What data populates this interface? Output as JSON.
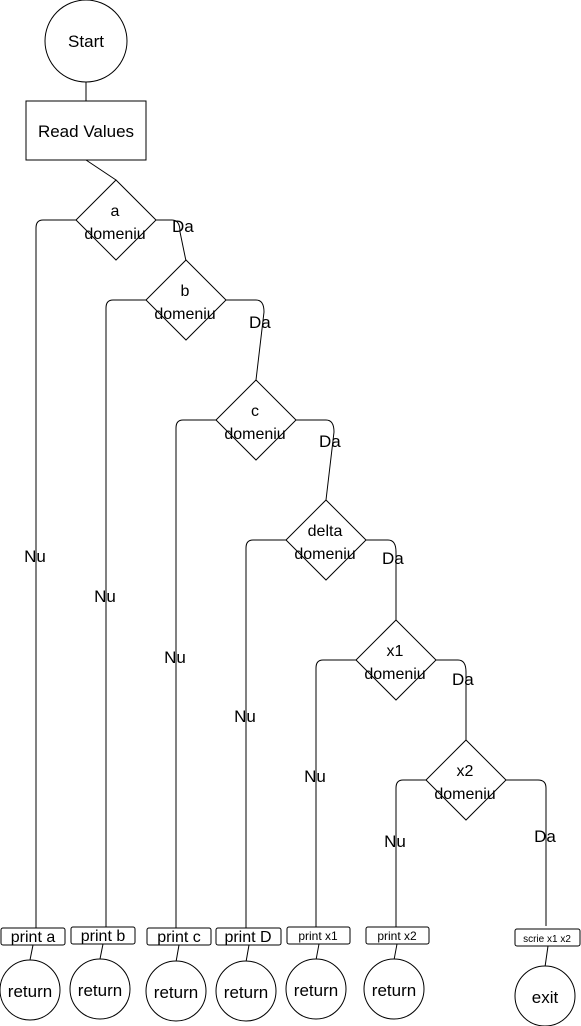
{
  "start": {
    "label": "Start",
    "color": "#6666ff"
  },
  "read": {
    "label": "Read Values"
  },
  "decisions": [
    {
      "line1": "a",
      "line2": "domeniu"
    },
    {
      "line1": "b",
      "line2": "domeniu"
    },
    {
      "line1": "c",
      "line2": "domeniu"
    },
    {
      "line1": "delta",
      "line2": "domeniu"
    },
    {
      "line1": "x1",
      "line2": "domeniu"
    },
    {
      "line1": "x2",
      "line2": "domeniu"
    }
  ],
  "branches": {
    "yes": "Da",
    "no": "Nu"
  },
  "prints": [
    "print a",
    "print b",
    "print c",
    "print D",
    "print x1",
    "print x2",
    "scrie x1 x2"
  ],
  "terminals": [
    "return",
    "return",
    "return",
    "return",
    "return",
    "return",
    "exit"
  ]
}
